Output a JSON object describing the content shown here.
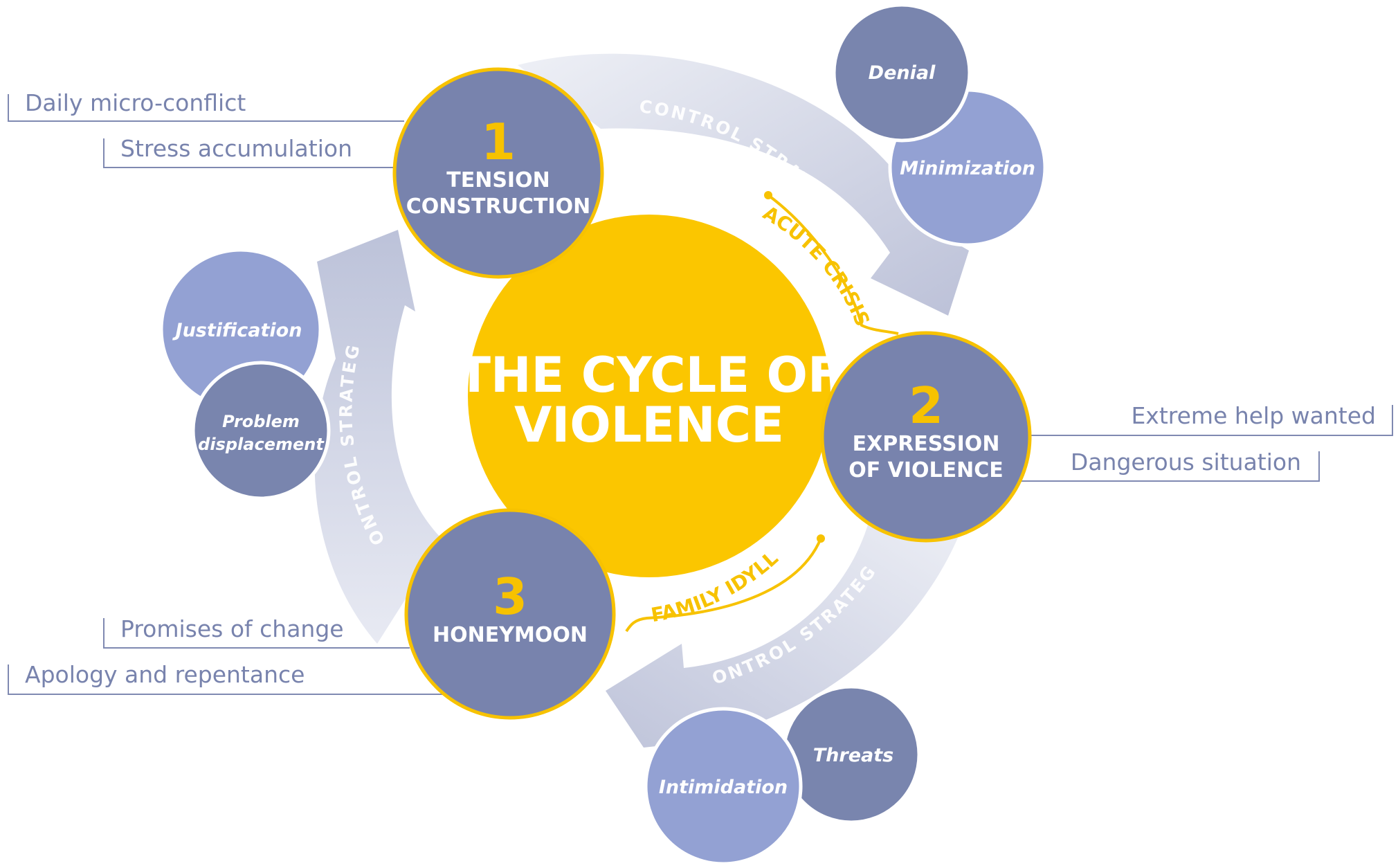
{
  "title": [
    "THE CYCLE OF",
    "VIOLENCE"
  ],
  "stages": [
    {
      "number": "1",
      "lines": [
        "TENSION",
        "CONSTRUCTION"
      ]
    },
    {
      "number": "2",
      "lines": [
        "EXPRESSION",
        "OF VIOLENCE"
      ]
    },
    {
      "number": "3",
      "lines": [
        "HONEYMOON"
      ]
    }
  ],
  "arrow_label": "CONTROL STRATEGY",
  "transitions": {
    "acute": "ACUTE CRISIS",
    "idyll": "FAMILY IDYLL"
  },
  "strategies": {
    "denial": "Denial",
    "minimization": "Minimization",
    "justification": "Justification",
    "problem_displacement": [
      "Problem",
      "displacement"
    ],
    "threats": "Threats",
    "intimidation": "Intimidation"
  },
  "callouts": {
    "daily": "Daily micro-conflict",
    "stress": "Stress accumulation",
    "extreme": "Extreme help wanted",
    "dangerous": "Dangerous situation",
    "promises": "Promises of change",
    "apology": "Apology and repentance"
  },
  "colors": {
    "yellow": "#f7c200",
    "stage_fill": "#7883ad",
    "strategy_dark": "#7985ae",
    "strategy_light": "#93a1d3",
    "arrow": "#c1c6da",
    "callout_text": "#7883ad"
  }
}
